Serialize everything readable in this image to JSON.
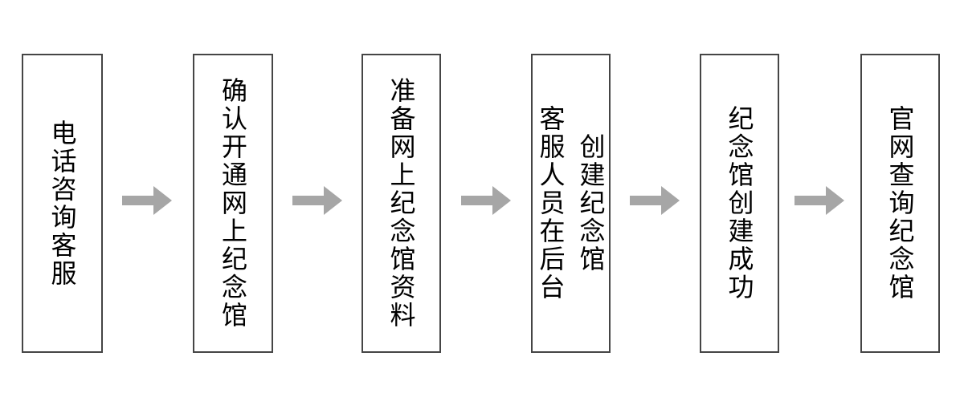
{
  "flowchart": {
    "title": "memorial-hall-creation-process",
    "background_color": "#ffffff",
    "box_border_color": "#454545",
    "text_color": "#000000",
    "arrow_color": "#a6a6a6",
    "steps": [
      {
        "id": 1,
        "lines": [
          "电话咨询客服"
        ]
      },
      {
        "id": 2,
        "lines": [
          "确认开通网上纪念馆"
        ]
      },
      {
        "id": 3,
        "lines": [
          "准备网上纪念馆资料"
        ]
      },
      {
        "id": 4,
        "lines": [
          "客服人员在后台",
          "创建纪念馆"
        ]
      },
      {
        "id": 5,
        "lines": [
          "纪念馆创建成功"
        ]
      },
      {
        "id": 6,
        "lines": [
          "官网查询纪念馆"
        ]
      }
    ],
    "arrows": {
      "direction": "right",
      "count": 5
    }
  }
}
